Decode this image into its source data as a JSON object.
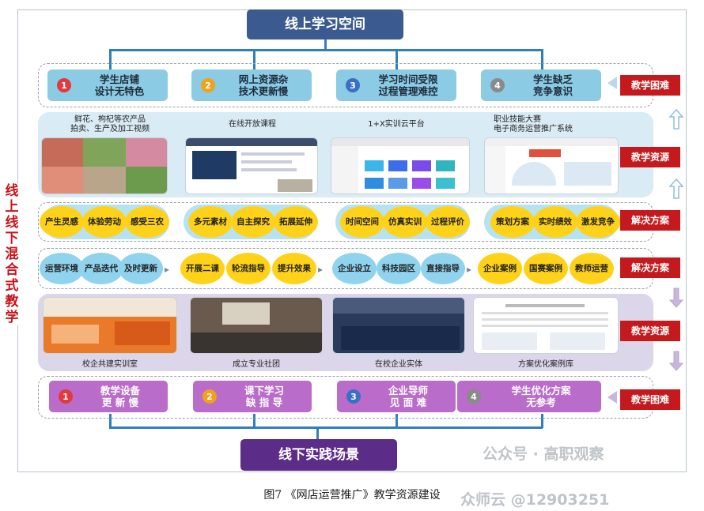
{
  "title_top": "线上学习空间",
  "title_bottom": "线下实践场景",
  "side_title": "线上线下混合式教学",
  "caption": "图7 《网店运营推广》教学资源建设",
  "online": {
    "problems": [
      {
        "num": "1",
        "line1": "学生店铺",
        "line2": "设计无特色",
        "color": "#e03a3e"
      },
      {
        "num": "2",
        "line1": "网上资源杂",
        "line2": "技术更新慢",
        "color": "#f0a21a"
      },
      {
        "num": "3",
        "line1": "学习时间受限",
        "line2": "过程管理难控",
        "color": "#3a6fc6"
      },
      {
        "num": "4",
        "line1": "学生缺乏",
        "line2": "竞争意识",
        "color": "#8a8a8a"
      }
    ],
    "problems_label": "教学困难",
    "resource_captions": [
      {
        "line1": "鲜花、枸杞等农产品",
        "line2": "拍卖、生产及加工视频"
      },
      {
        "line1": "在线开放课程",
        "line2": ""
      },
      {
        "line1": "1+X实训云平台",
        "line2": ""
      },
      {
        "line1": "职业技能大赛",
        "line2": "电子商务运营推广系统"
      }
    ],
    "resources_label": "教学资源",
    "solutions": [
      [
        "产生灵感",
        "体验劳动",
        "感受三农"
      ],
      [
        "多元素材",
        "自主探究",
        "拓展延伸"
      ],
      [
        "时间空间",
        "仿真实训",
        "过程评价"
      ],
      [
        "策划方案",
        "实时绩效",
        "激发竞争"
      ]
    ],
    "solutions_label": "解决方案"
  },
  "offline": {
    "solutions": [
      [
        "运营环境",
        "产品迭代",
        "及时更新"
      ],
      [
        "开展二课",
        "轮流指导",
        "提升效果"
      ],
      [
        "企业设立",
        "科技园区",
        "直接指导"
      ],
      [
        "企业案例",
        "国赛案例",
        "教师运营"
      ]
    ],
    "solutions_label": "解决方案",
    "resource_captions": [
      "校企共建实训室",
      "成立专业社团",
      "在校企业实体",
      "方案优化案例库"
    ],
    "resources_label": "教学资源",
    "problems": [
      {
        "num": "1",
        "line1": "教学设备",
        "line2": "更 新 慢",
        "color": "#e03a3e"
      },
      {
        "num": "2",
        "line1": "课下学习",
        "line2": "缺 指 导",
        "color": "#f0a21a"
      },
      {
        "num": "3",
        "line1": "企业导师",
        "line2": "见 面 难",
        "color": "#3a6fc6"
      },
      {
        "num": "4",
        "line1": "学生优化方案",
        "line2": "无参考",
        "color": "#8a8a8a"
      }
    ],
    "problems_label": "教学困难"
  },
  "watermark1": "公众号 · 高职观察",
  "watermark2": "众师云 @12903251"
}
